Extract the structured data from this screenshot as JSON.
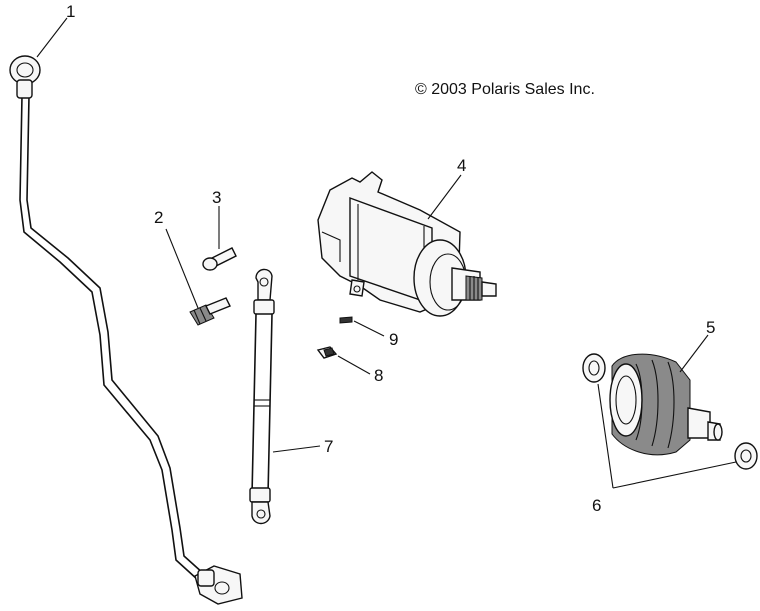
{
  "copyright": "© 2003 Polaris Sales Inc.",
  "callouts": {
    "c1": "1",
    "c2": "2",
    "c3": "3",
    "c4": "4",
    "c5": "5",
    "c6": "6",
    "c7": "7",
    "c8": "8",
    "c9": "9"
  }
}
